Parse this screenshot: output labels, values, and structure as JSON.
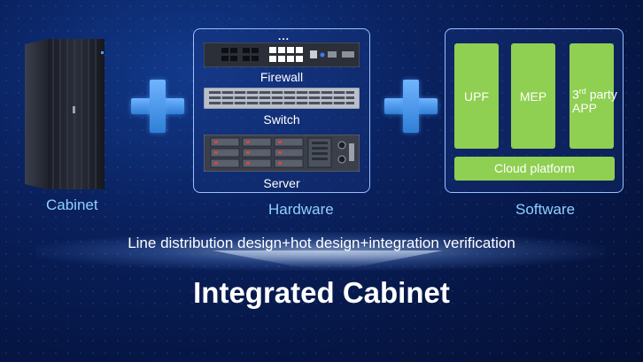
{
  "cabinet": {
    "label": "Cabinet"
  },
  "hardware": {
    "dots": "...",
    "firewall_label": "Firewall",
    "switch_label": "Switch",
    "server_label": "Server",
    "caption": "Hardware"
  },
  "software": {
    "upf": "UPF",
    "mep": "MEP",
    "app_line1_prefix": "3",
    "app_line1_sup": "rd",
    "app_line1_suffix": " party",
    "app_line2": "APP",
    "cloud_platform": "Cloud platform",
    "caption": "Software"
  },
  "tagline": "Line distribution design+hot design+integration verification",
  "title": "Integrated Cabinet",
  "colors": {
    "background": "#061645",
    "panel_border": "#9ac0ff",
    "green": "#8fcf52",
    "caption": "#8fd0ff",
    "plus": "#4a9af0"
  },
  "icons": [
    "plus-icon",
    "cabinet-icon",
    "firewall-device-icon",
    "switch-device-icon",
    "server-device-icon"
  ]
}
